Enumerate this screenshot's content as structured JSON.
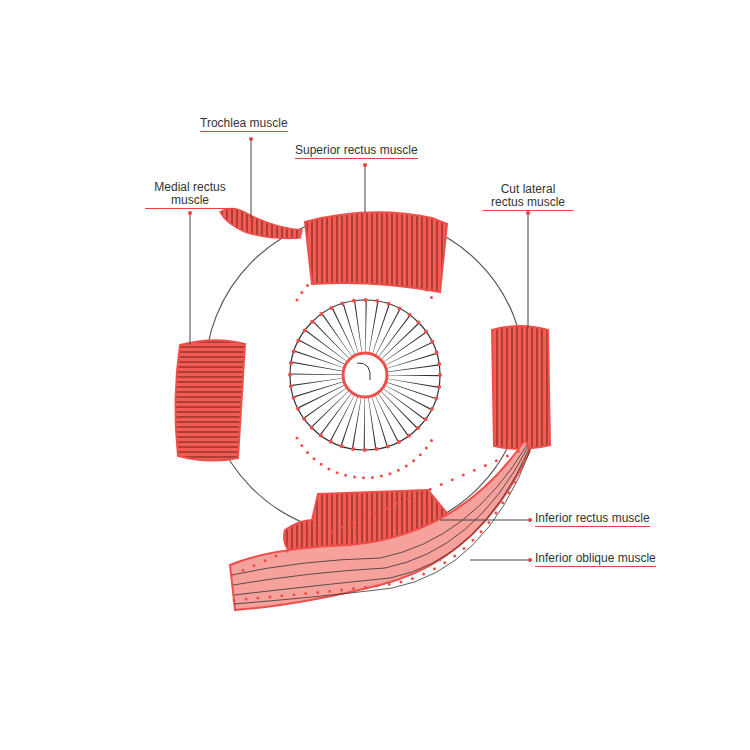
{
  "diagram": {
    "labels": [
      "Trochlea muscle",
      "Superior rectus muscle",
      "Medial rectus muscle",
      "Cut lateral rectus muscle",
      "Inferior rectus muscle",
      "Inferior oblique muscle"
    ]
  }
}
